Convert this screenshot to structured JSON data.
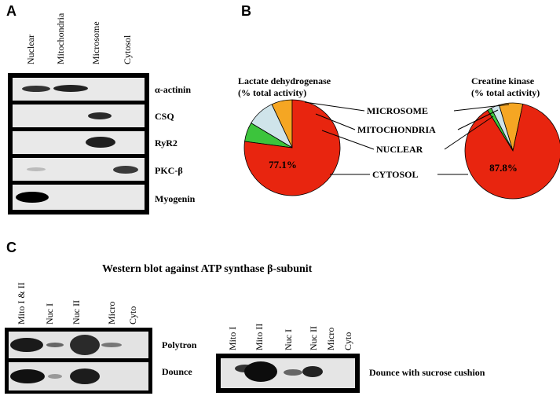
{
  "panel_a": {
    "letter": "A",
    "lanes": [
      "Nuclear",
      "Mitochondria",
      "Microsome",
      "Cytosol"
    ],
    "rows": [
      "α-actinin",
      "CSQ",
      "RyR2",
      "PKC-β",
      "Myogenin"
    ]
  },
  "panel_b": {
    "letter": "B",
    "categories": [
      "MICROSOME",
      "MITOCHONDRIA",
      "NUCLEAR",
      "CYTOSOL"
    ],
    "colors": {
      "microsome": "#f5a623",
      "mitochondria": "#cfe4ea",
      "nuclear": "#3cc43c",
      "cytosol": "#e8250f"
    },
    "pie_left": {
      "title_line1": "Lactate dehydrogenase",
      "title_line2": "(% total activity)",
      "cytosol_label": "77.1%"
    },
    "pie_right": {
      "title_line1": "Creatine kinase",
      "title_line2": "(% total activity)",
      "cytosol_label": "87.8%"
    }
  },
  "panel_c": {
    "letter": "C",
    "title": "Western blot against ATP synthase β-subunit",
    "left_lanes": [
      "Mito I & II",
      "Nuc I",
      "Nuc II",
      "Micro",
      "Cyto"
    ],
    "left_rows": [
      "Polytron",
      "Dounce"
    ],
    "right_lanes": [
      "Mito I",
      "Mito II",
      "Nuc I",
      "Nuc II",
      "Micro",
      "Cyto"
    ],
    "right_row": "Dounce with sucrose cushion"
  },
  "chart_data": [
    {
      "type": "pie",
      "title": "Lactate dehydrogenase (% total activity)",
      "categories": [
        "CYTOSOL",
        "NUCLEAR",
        "MITOCHONDRIA",
        "MICROSOME"
      ],
      "values": [
        77.1,
        6.5,
        9.4,
        7.0
      ]
    },
    {
      "type": "pie",
      "title": "Creatine kinase (% total activity)",
      "categories": [
        "CYTOSOL",
        "NUCLEAR",
        "MITOCHONDRIA",
        "MICROSOME"
      ],
      "values": [
        87.8,
        1.4,
        2.8,
        8.0
      ]
    }
  ]
}
